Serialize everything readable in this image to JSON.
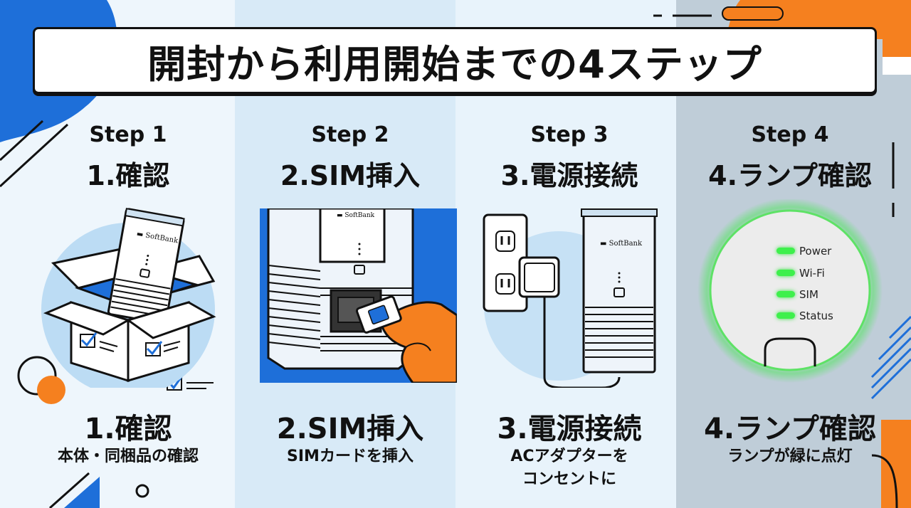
{
  "title": "開封から利用開始までの4ステップ",
  "brand": "SoftBank",
  "colors": {
    "accent_blue": "#1e6fd9",
    "accent_orange": "#f5801f",
    "led_green": "#34e040",
    "ink": "#111111"
  },
  "steps": [
    {
      "label": "Step 1",
      "heading": "1.確認",
      "bottom_title": "1.確認",
      "desc": [
        "本体・同梱品の確認"
      ]
    },
    {
      "label": "Step 2",
      "heading": "2.SIM挿入",
      "bottom_title": "2.SIM挿入",
      "desc": [
        "SIMカードを挿入"
      ]
    },
    {
      "label": "Step 3",
      "heading": "3.電源接続",
      "bottom_title": "3.電源接続",
      "desc": [
        "ACアダプターを",
        "コンセントに"
      ]
    },
    {
      "label": "Step 4",
      "heading": "4.ランプ確認",
      "bottom_title": "4.ランプ確認",
      "desc": [
        "ランプが緑に点灯"
      ]
    }
  ],
  "lamps": [
    "Power",
    "Wi-Fi",
    "SIM",
    "Status"
  ]
}
